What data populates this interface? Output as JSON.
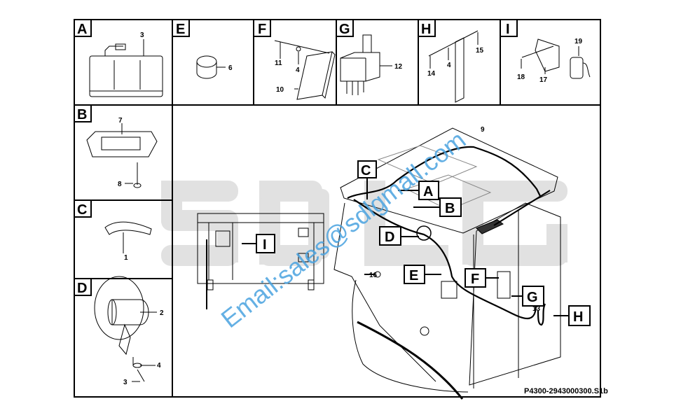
{
  "panels": [
    {
      "letter": "A",
      "parts": [
        "3"
      ]
    },
    {
      "letter": "E",
      "parts": [
        "6"
      ]
    },
    {
      "letter": "F",
      "parts": [
        "11",
        "4",
        "10"
      ]
    },
    {
      "letter": "G",
      "parts": [
        "12"
      ]
    },
    {
      "letter": "H",
      "parts": [
        "14",
        "4",
        "15"
      ]
    },
    {
      "letter": "I",
      "parts": [
        "18",
        "17",
        "19"
      ]
    },
    {
      "letter": "B",
      "parts": [
        "7",
        "8"
      ]
    },
    {
      "letter": "C",
      "parts": [
        "1"
      ]
    },
    {
      "letter": "D",
      "parts": [
        "2",
        "4",
        "3"
      ]
    }
  ],
  "main": {
    "callouts": [
      "C",
      "A",
      "B",
      "D",
      "E",
      "F",
      "G",
      "H",
      "I"
    ],
    "numbers": {
      "harness": "9",
      "cable": "13",
      "plug": "16"
    }
  },
  "drawing_number": "P4300-2943000300.S1b",
  "watermark_text": "Email:sales@sdlgmall.com",
  "watermark_logo": "SDLG",
  "colors": {
    "line": "#000000",
    "watermark_blue": "#4aa3e0",
    "watermark_gray": "#d9d9d9"
  }
}
